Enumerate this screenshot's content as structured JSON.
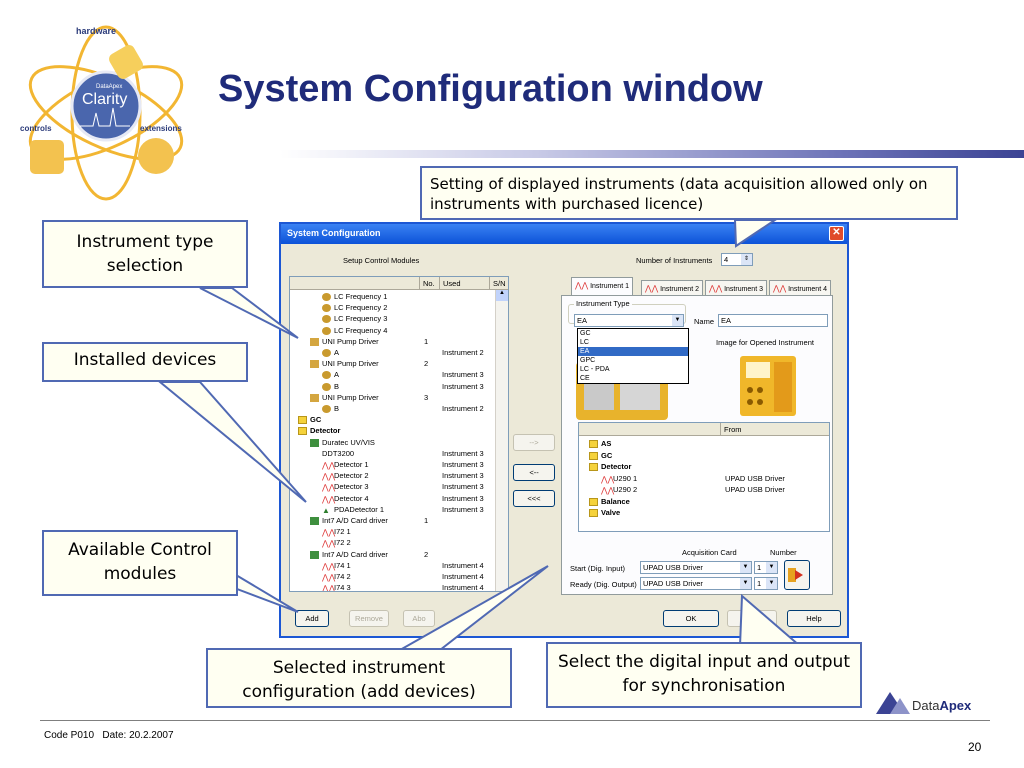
{
  "slide": {
    "title": "System Configuration window",
    "footer_code": "Code P010",
    "footer_date": "Date: 20.2.2007",
    "page_number": "20",
    "logo": {
      "hardware": "hardware",
      "controls": "controls",
      "extensions": "extensions",
      "brand_small": "DataApex",
      "brand": "Clarity"
    },
    "company_prefix": "Data",
    "company_suffix": "Apex"
  },
  "callouts": {
    "instruments": "Setting of displayed instruments (data acquisition allowed only on instruments with purchased licence)",
    "type_selection": "Instrument type selection",
    "installed": "Installed devices",
    "available": "Available Control modules",
    "selected": "Selected instrument configuration (add devices)",
    "sync": "Select the digital input and output for synchronisation"
  },
  "window": {
    "title": "System Configuration",
    "setup_label": "Setup Control Modules",
    "num_instruments_label": "Number of Instruments",
    "num_instruments_value": "4",
    "left_columns": [
      "No.",
      "Used",
      "S/N"
    ],
    "left_rows": [
      {
        "indent": 4,
        "icon": "gear",
        "name": "LC Frequency 1",
        "no": "",
        "used": ""
      },
      {
        "indent": 4,
        "icon": "gear",
        "name": "LC Frequency 2",
        "no": "",
        "used": ""
      },
      {
        "indent": 4,
        "icon": "gear",
        "name": "LC Frequency 3",
        "no": "",
        "used": ""
      },
      {
        "indent": 4,
        "icon": "gear",
        "name": "LC Frequency 4",
        "no": "",
        "used": ""
      },
      {
        "indent": 2,
        "icon": "driver",
        "name": "UNI Pump Driver",
        "no": "1",
        "used": ""
      },
      {
        "indent": 4,
        "icon": "gear",
        "name": "A",
        "no": "",
        "used": "Instrument 2"
      },
      {
        "indent": 2,
        "icon": "driver",
        "name": "UNI Pump Driver",
        "no": "2",
        "used": ""
      },
      {
        "indent": 4,
        "icon": "gear",
        "name": "A",
        "no": "",
        "used": "Instrument 3"
      },
      {
        "indent": 4,
        "icon": "gear",
        "name": "B",
        "no": "",
        "used": "Instrument 3"
      },
      {
        "indent": 2,
        "icon": "driver",
        "name": "UNI Pump Driver",
        "no": "3",
        "used": ""
      },
      {
        "indent": 4,
        "icon": "gear",
        "name": "B",
        "no": "",
        "used": "Instrument 2"
      },
      {
        "indent": 0,
        "icon": "folder",
        "name": "GC",
        "no": "",
        "used": "",
        "bold": true
      },
      {
        "indent": 0,
        "icon": "folder",
        "name": "Detector",
        "no": "",
        "used": "",
        "bold": true
      },
      {
        "indent": 2,
        "icon": "card",
        "name": "Duratec UV/VIS",
        "no": "",
        "used": ""
      },
      {
        "indent": 2,
        "icon": "none",
        "name": "DDT3200",
        "no": "",
        "used": "Instrument 3"
      },
      {
        "indent": 4,
        "icon": "peak",
        "name": "Detector 1",
        "no": "",
        "used": "Instrument 3"
      },
      {
        "indent": 4,
        "icon": "peak",
        "name": "Detector 2",
        "no": "",
        "used": "Instrument 3"
      },
      {
        "indent": 4,
        "icon": "peak",
        "name": "Detector 3",
        "no": "",
        "used": "Instrument 3"
      },
      {
        "indent": 4,
        "icon": "peak",
        "name": "Detector 4",
        "no": "",
        "used": "Instrument 3"
      },
      {
        "indent": 4,
        "icon": "pda",
        "name": "PDADetector 1",
        "no": "",
        "used": "Instrument 3"
      },
      {
        "indent": 2,
        "icon": "card",
        "name": "Int7 A/D Card driver",
        "no": "1",
        "used": ""
      },
      {
        "indent": 4,
        "icon": "peak",
        "name": "I72 1",
        "no": "",
        "used": ""
      },
      {
        "indent": 4,
        "icon": "peak",
        "name": "I72 2",
        "no": "",
        "used": ""
      },
      {
        "indent": 2,
        "icon": "card",
        "name": "Int7 A/D Card driver",
        "no": "2",
        "used": ""
      },
      {
        "indent": 4,
        "icon": "peak",
        "name": "I74 1",
        "no": "",
        "used": "Instrument 4"
      },
      {
        "indent": 4,
        "icon": "peak",
        "name": "I74 2",
        "no": "",
        "used": "Instrument 4"
      },
      {
        "indent": 4,
        "icon": "peak",
        "name": "I74 3",
        "no": "",
        "used": "Instrument 4"
      }
    ],
    "left_buttons": [
      "Add",
      "Remove",
      "Abo"
    ],
    "move_buttons": [
      "-->",
      "<--",
      "<<<"
    ],
    "tabs": [
      "Instrument 1",
      "Instrument 2",
      "Instrument 3",
      "Instrument 4"
    ],
    "instrument_type_label": "Instrument Type",
    "instrument_type_value": "EA",
    "type_options": [
      "GC",
      "LC",
      "EA",
      "GPC",
      "LC - PDA",
      "CE"
    ],
    "type_selected": "EA",
    "name_label": "Name",
    "name_value": "EA",
    "image_label": "Image for Opened Instrument",
    "right_column_from": "From",
    "right_rows": [
      {
        "indent": 1,
        "icon": "folder",
        "name": "AS",
        "from": "",
        "bold": true
      },
      {
        "indent": 1,
        "icon": "folder",
        "name": "GC",
        "from": "",
        "bold": true
      },
      {
        "indent": 1,
        "icon": "folder",
        "name": "Detector",
        "from": "",
        "bold": true
      },
      {
        "indent": 3,
        "icon": "peak",
        "name": "U290 1",
        "from": "UPAD USB Driver"
      },
      {
        "indent": 3,
        "icon": "peak",
        "name": "U290 2",
        "from": "UPAD USB Driver"
      },
      {
        "indent": 1,
        "icon": "folder",
        "name": "Balance",
        "from": "",
        "bold": true
      },
      {
        "indent": 1,
        "icon": "folder",
        "name": "Valve",
        "from": "",
        "bold": true
      }
    ],
    "acq_card_label": "Acquisition Card",
    "number_label": "Number",
    "start_label": "Start (Dig. Input)",
    "start_card": "UPAD USB Driver",
    "start_number": "1",
    "ready_label": "Ready (Dig. Output)",
    "ready_card": "UPAD USB Driver",
    "ready_number": "1",
    "ok_label": "OK",
    "help_label": "Help"
  },
  "colors": {
    "title": "#1f2b7a",
    "callout_border": "#5069b3",
    "callout_bg": "#fffff2",
    "window_frame": "#1c57d4",
    "selection": "#316ac5"
  }
}
